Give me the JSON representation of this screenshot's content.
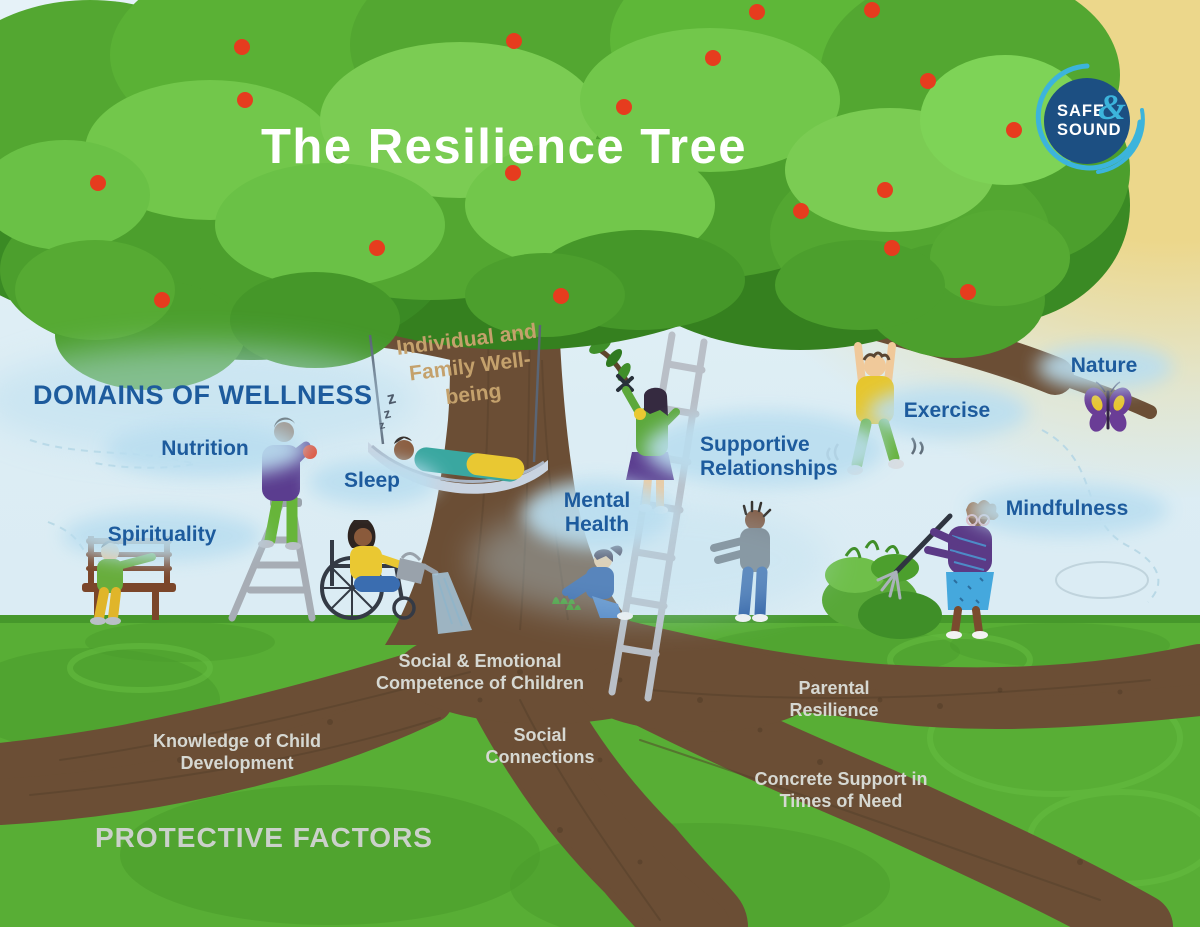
{
  "title": "The Resilience Tree",
  "logo": {
    "line1": "SAFE",
    "amp": "&",
    "line2": "SOUND"
  },
  "headings": {
    "domains": "DOMAINS OF WELLNESS",
    "protective": "PROTECTIVE FACTORS"
  },
  "trunk_label": "Individual and Family Well-being",
  "domains": {
    "nutrition": "Nutrition",
    "spirituality": "Spirituality",
    "sleep": "Sleep",
    "mental_health": "Mental Health",
    "supportive_relationships": "Supportive Relationships",
    "exercise": "Exercise",
    "nature": "Nature",
    "mindfulness": "Mindfulness"
  },
  "protective_factors": {
    "social_emotional": "Social & Emotional Competence of Children",
    "knowledge": "Knowledge of Child Development",
    "social_connections": "Social Connections",
    "parental_resilience": "Parental Resilience",
    "concrete_support": "Concrete Support in Times of Need"
  },
  "scene": {
    "zzz": [
      "z",
      "z",
      "z"
    ],
    "people": [
      "person-picking-apple-on-ladder",
      "person-sitting-on-bench",
      "person-in-wheelchair-watering-tree",
      "person-sleeping-in-hammock",
      "person-pruning-on-ladder",
      "child-holding-ladder",
      "person-kneeling-gardening",
      "person-hanging-exercise",
      "person-raking-leaves"
    ],
    "icons": [
      "apple-icon",
      "butterfly-icon",
      "watering-can-icon",
      "rake-icon"
    ]
  },
  "colors": {
    "label_blue": "#1d5b9d",
    "root_text_gray": "#d6d8d2",
    "trunk_text_tan": "#c4a16c",
    "canopy_green": "#4c9f2d",
    "grass_green": "#58ae35",
    "root_brown": "#6b4e35",
    "apple_red": "#e63c1e",
    "sky_blue": "#ddeef4",
    "sun_tan": "#ecd78b",
    "logo_navy": "#1c4f82",
    "logo_teal": "#3cb4dc"
  }
}
